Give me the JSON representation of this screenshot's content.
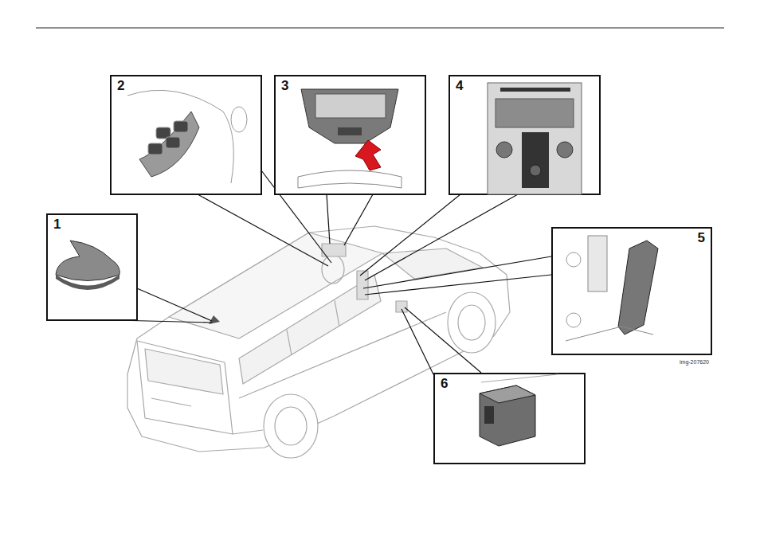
{
  "diagram": {
    "nodes": [
      {
        "text": [
          "2"
        ]
      },
      {
        "text": [
          "3"
        ]
      },
      {
        "text": [
          "4"
        ]
      },
      {
        "text": [
          "1"
        ]
      },
      {
        "text": [
          "5"
        ]
      },
      {
        "text": [
          "6"
        ]
      }
    ],
    "labels": [
      "img-207620"
    ]
  }
}
